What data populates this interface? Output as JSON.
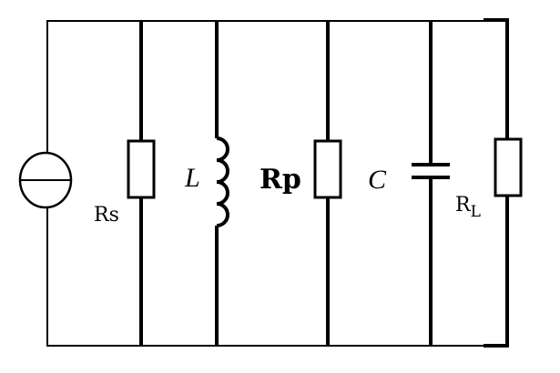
{
  "diagram": {
    "type": "circuit",
    "labels": {
      "rs": "Rs",
      "l": "L",
      "rp": "Rp",
      "c": "C",
      "rl_main": "R",
      "rl_sub": "L"
    },
    "components": [
      {
        "id": "current-source",
        "kind": "current-source"
      },
      {
        "id": "rs",
        "kind": "resistor"
      },
      {
        "id": "l",
        "kind": "inductor"
      },
      {
        "id": "rp",
        "kind": "resistor"
      },
      {
        "id": "c",
        "kind": "capacitor"
      },
      {
        "id": "rl",
        "kind": "resistor"
      }
    ],
    "stroke_color": "#000000",
    "background_color": "#ffffff"
  }
}
